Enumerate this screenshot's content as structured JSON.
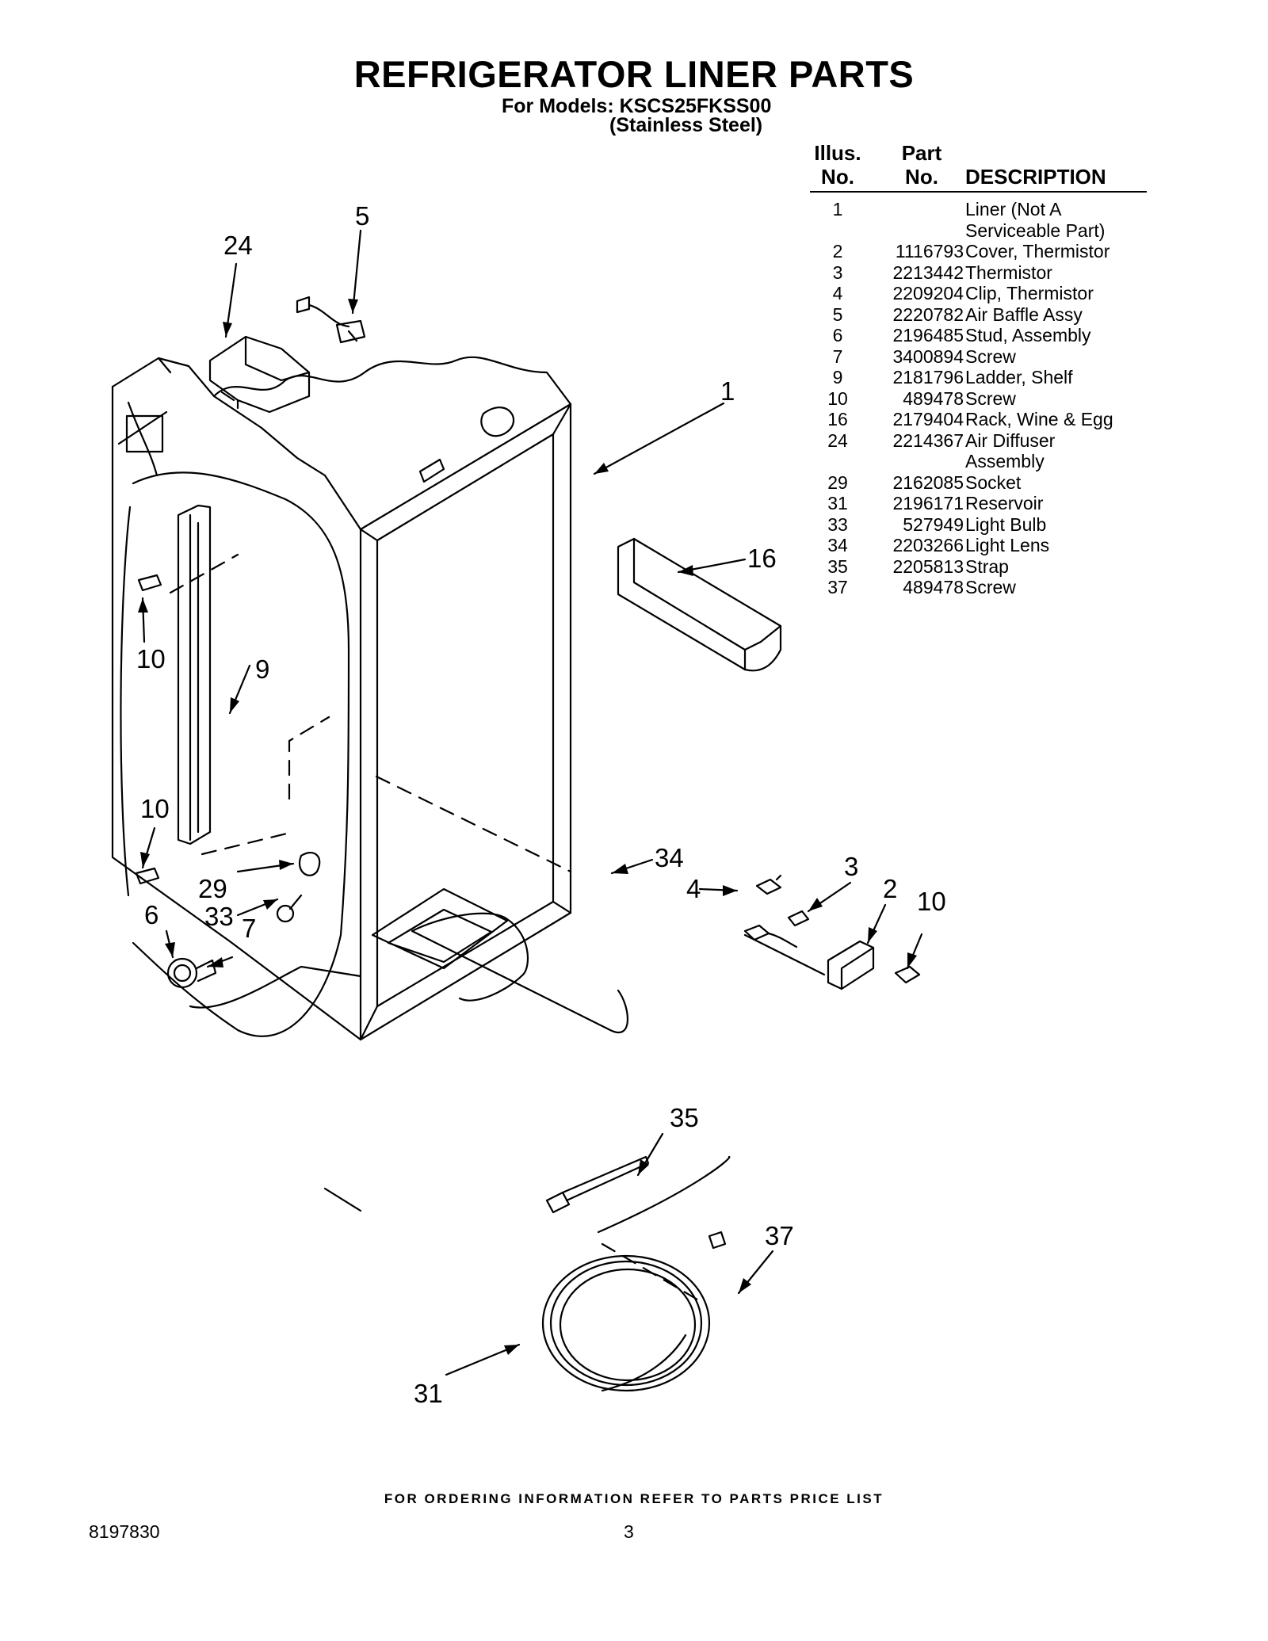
{
  "document": {
    "title": "REFRIGERATOR LINER PARTS",
    "models_line1": "For Models: KSCS25FKSS00",
    "models_line2": "(Stainless Steel)",
    "footer_note": "FOR ORDERING INFORMATION REFER TO PARTS PRICE LIST",
    "doc_number": "8197830",
    "page_number": "3"
  },
  "table": {
    "headers": {
      "illus_1": "Illus.",
      "illus_2": "No.",
      "part_1": "Part",
      "part_2": "No.",
      "description": "DESCRIPTION"
    },
    "rows": [
      {
        "illus": "1",
        "part": "",
        "desc": "Liner (Not A"
      },
      {
        "illus": "",
        "part": "",
        "desc": "Serviceable Part)"
      },
      {
        "illus": "2",
        "part": "1116793",
        "desc": "Cover, Thermistor"
      },
      {
        "illus": "3",
        "part": "2213442",
        "desc": "Thermistor"
      },
      {
        "illus": "4",
        "part": "2209204",
        "desc": "Clip, Thermistor"
      },
      {
        "illus": "5",
        "part": "2220782",
        "desc": "Air Baffle Assy"
      },
      {
        "illus": "6",
        "part": "2196485",
        "desc": "Stud, Assembly"
      },
      {
        "illus": "7",
        "part": "3400894",
        "desc": "Screw"
      },
      {
        "illus": "9",
        "part": "2181796",
        "desc": "Ladder, Shelf"
      },
      {
        "illus": "10",
        "part": "489478",
        "desc": "Screw"
      },
      {
        "illus": "16",
        "part": "2179404",
        "desc": "Rack, Wine & Egg"
      },
      {
        "illus": "24",
        "part": "2214367",
        "desc": "Air Diffuser"
      },
      {
        "illus": "",
        "part": "",
        "desc": "Assembly"
      },
      {
        "illus": "29",
        "part": "2162085",
        "desc": "Socket"
      },
      {
        "illus": "31",
        "part": "2196171",
        "desc": "Reservoir"
      },
      {
        "illus": "33",
        "part": "527949",
        "desc": "Light Bulb"
      },
      {
        "illus": "34",
        "part": "2203266",
        "desc": "Light Lens"
      },
      {
        "illus": "35",
        "part": "2205813",
        "desc": "Strap"
      },
      {
        "illus": "37",
        "part": "489478",
        "desc": "Screw"
      }
    ]
  },
  "callouts": {
    "c1": "1",
    "c2": "2",
    "c3": "3",
    "c4": "4",
    "c5": "5",
    "c6": "6",
    "c7": "7",
    "c9": "9",
    "c10a": "10",
    "c10b": "10",
    "c10c": "10",
    "c16": "16",
    "c24": "24",
    "c29": "29",
    "c31": "31",
    "c33": "33",
    "c34": "34",
    "c35": "35",
    "c37": "37"
  }
}
